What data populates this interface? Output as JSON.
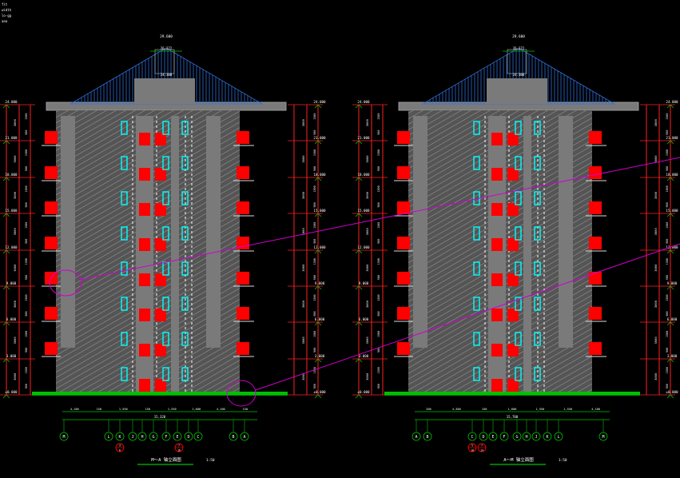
{
  "colors": {
    "background": "#000000",
    "wall": "#7a7a7a",
    "hatch": "#cfcfcf",
    "window_red": "#ff0000",
    "window_cyan": "#00ffff",
    "grid_red": "#ff2020",
    "green": "#00c000",
    "roof_blue": "#2f6fd8",
    "magenta": "#d000d0",
    "white": "#ffffff"
  },
  "legend": [
    "fit",
    "width",
    "lo-gg",
    "aaa"
  ],
  "elevations": [
    {
      "title": "M～A 轴立面图",
      "scale": "1:50",
      "peak_label": "29.600",
      "roof_label": "26.272",
      "ridge_label": "24.300",
      "levels": [
        "24.000",
        "21.000",
        "18.000",
        "15.000",
        "12.000",
        "9.000",
        "6.000",
        "3.000",
        "±0.000"
      ],
      "floor_heights": [
        "3000",
        "3000",
        "3000",
        "3000",
        "3000",
        "3000",
        "3000",
        "3000"
      ],
      "sub_dims": [
        "1500",
        "900"
      ],
      "axes": [
        "M",
        "L",
        "K",
        "J",
        "H",
        "G",
        "F",
        "E",
        "D",
        "C",
        "B",
        "A"
      ],
      "dim_segments": [
        "4,100",
        "150",
        "1,550",
        "150",
        "1,550",
        "1,600",
        "4,100",
        "150"
      ],
      "total_dim": "15,320",
      "bottom_markers": [
        "3/6",
        "7/16"
      ]
    },
    {
      "title": "A～M 轴立面图",
      "scale": "1:50",
      "peak_label": "29.600",
      "roof_label": "26.272",
      "ridge_label": "24.300",
      "levels": [
        "24.000",
        "21.000",
        "18.000",
        "15.000",
        "12.000",
        "9.000",
        "6.000",
        "3.000",
        "±0.000"
      ],
      "floor_heights": [
        "3000",
        "3000",
        "3000",
        "3000",
        "3000",
        "3000",
        "3000",
        "3000"
      ],
      "sub_dims": [
        "1500",
        "900"
      ],
      "axes": [
        "A",
        "B",
        "C",
        "D",
        "E",
        "F",
        "G",
        "H",
        "J",
        "K",
        "L",
        "M"
      ],
      "dim_segments": [
        "200",
        "4,300",
        "150",
        "1,600",
        "1,550",
        "1,550",
        "4,100"
      ],
      "total_dim": "15,700",
      "bottom_markers": [
        "5/10",
        "7/14"
      ]
    }
  ]
}
